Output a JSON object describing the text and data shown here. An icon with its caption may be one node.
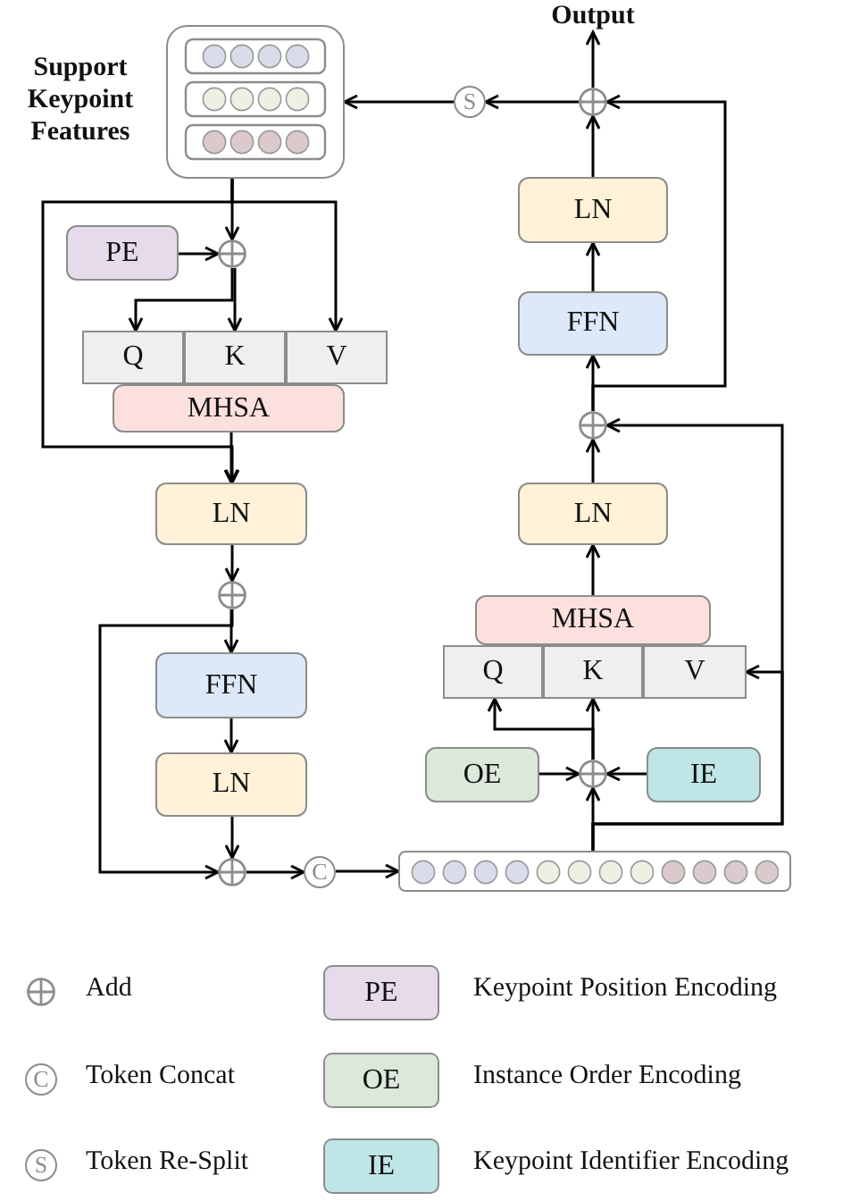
{
  "diagram": {
    "nodes": [
      {
        "text": [
          "Output"
        ]
      },
      {
        "text": [
          "Support Keypoint Features"
        ]
      },
      {
        "text": [
          "S"
        ]
      },
      {
        "text": [],
        "shape": "circle"
      },
      {
        "text": [
          "PE"
        ]
      },
      {
        "text": [],
        "shape": "circle"
      },
      {
        "text": [
          "Q"
        ]
      },
      {
        "text": [
          "K"
        ]
      },
      {
        "text": [
          "V"
        ]
      },
      {
        "text": [
          "MHSA"
        ]
      },
      {
        "text": [
          "LN"
        ]
      },
      {
        "text": [],
        "shape": "circle"
      },
      {
        "text": [
          "FFN"
        ]
      },
      {
        "text": [
          "LN"
        ]
      },
      {
        "text": [],
        "shape": "circle"
      },
      {
        "text": [
          "C"
        ]
      },
      {
        "text": [],
        "shape": "bar"
      },
      {
        "text": [
          "LN"
        ]
      },
      {
        "text": [
          "FFN"
        ]
      },
      {
        "text": [],
        "shape": "circle"
      },
      {
        "text": [
          "LN"
        ]
      },
      {
        "text": [
          "MHSA"
        ]
      },
      {
        "text": [
          "Q"
        ]
      },
      {
        "text": [
          "K"
        ]
      },
      {
        "text": [
          "V"
        ]
      },
      {
        "text": [
          "OE"
        ]
      },
      {
        "text": [],
        "shape": "circle"
      },
      {
        "text": [
          "IE"
        ]
      }
    ],
    "edges": [
      {
        "from": 1,
        "to": 5,
        "arrow": "to"
      },
      {
        "from": 1,
        "to": 8,
        "arrow": "to"
      },
      {
        "from": 1,
        "to": 10,
        "arrow": "to"
      },
      {
        "from": 9,
        "to": 10,
        "arrow": "to"
      },
      {
        "from": 4,
        "to": 5,
        "arrow": "to"
      },
      {
        "from": 5,
        "to": 6,
        "arrow": "to"
      },
      {
        "from": 5,
        "to": 7,
        "arrow": "to"
      },
      {
        "from": 10,
        "to": 11,
        "arrow": "to"
      },
      {
        "from": 11,
        "to": 12,
        "arrow": "to"
      },
      {
        "from": 11,
        "to": 14,
        "arrow": "to"
      },
      {
        "from": 12,
        "to": 13,
        "arrow": "to"
      },
      {
        "from": 13,
        "to": 14,
        "arrow": "to"
      },
      {
        "from": 14,
        "to": 15,
        "arrow": "to"
      },
      {
        "from": 15,
        "to": 16,
        "arrow": "to"
      },
      {
        "from": 16,
        "to": 26,
        "arrow": "to"
      },
      {
        "from": 16,
        "to": 24,
        "arrow": "to"
      },
      {
        "from": 16,
        "to": 19,
        "arrow": "to"
      },
      {
        "from": 25,
        "to": 26,
        "arrow": "to"
      },
      {
        "from": 27,
        "to": 26,
        "arrow": "to"
      },
      {
        "from": 26,
        "to": 22,
        "arrow": "to"
      },
      {
        "from": 26,
        "to": 23,
        "arrow": "to"
      },
      {
        "from": 21,
        "to": 20,
        "arrow": "to"
      },
      {
        "from": 20,
        "to": 19,
        "arrow": "to"
      },
      {
        "from": 19,
        "to": 18,
        "arrow": "to"
      },
      {
        "from": 19,
        "to": 3,
        "arrow": "to"
      },
      {
        "from": 18,
        "to": 17,
        "arrow": "to"
      },
      {
        "from": 17,
        "to": 3,
        "arrow": "to"
      },
      {
        "from": 3,
        "to": 0,
        "arrow": "to"
      },
      {
        "from": 3,
        "to": 2,
        "arrow": "to"
      },
      {
        "from": 2,
        "to": 1,
        "arrow": "to"
      }
    ],
    "labels": [
      "PE",
      "C",
      "OE",
      "S",
      "IE"
    ],
    "legend": [
      {
        "text": "Add"
      },
      {
        "text": "Keypoint Position Encoding",
        "color": "#e5dbea"
      },
      {
        "text": "Token Concat"
      },
      {
        "text": "Instance Order Encoding",
        "color": "#dbe8da"
      },
      {
        "text": "Token Re-Split"
      },
      {
        "text": "Keypoint Identifier Encoding",
        "color": "#bfe5e6"
      }
    ]
  }
}
